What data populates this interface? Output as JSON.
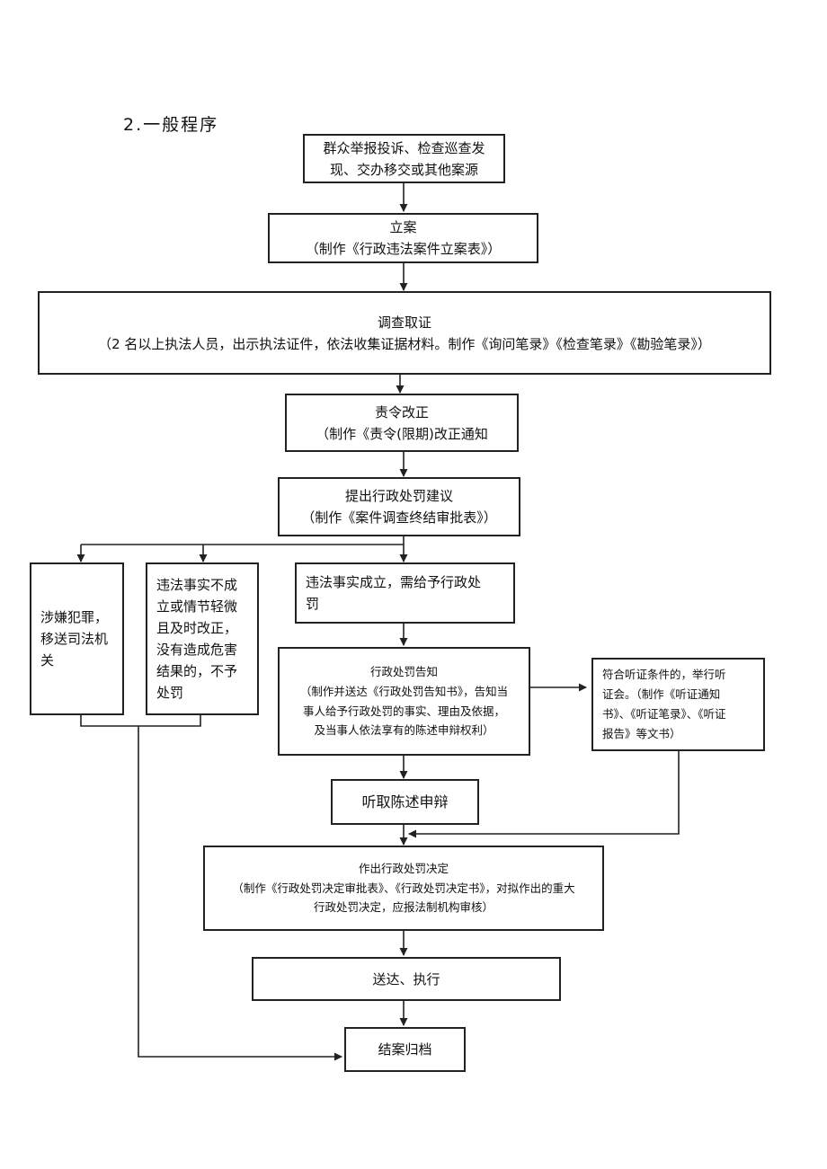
{
  "heading": "2.一般程序",
  "nodes": {
    "source": {
      "lines": [
        "群众举报投诉、检查巡查发",
        "现、交办移交或其他案源"
      ]
    },
    "filing": {
      "title": "立案",
      "detail": "（制作《行政违法案件立案表》）"
    },
    "investigation": {
      "title": "调查取证",
      "detail": "（2 名以上执法人员，出示执法证件，依法收集证据材料。制作《询问笔录》《检查笔录》《勘验笔录》）"
    },
    "rectify": {
      "title": "责令改正",
      "detail": "（制作《责令(限期)改正通知"
    },
    "proposal": {
      "title": "提出行政处罚建议",
      "detail": "（制作《案件调查终结审批表》）"
    },
    "crime": {
      "lines": [
        "涉嫌犯罪，",
        "移送司法机",
        "关"
      ]
    },
    "no_penalty": {
      "lines": [
        "违法事实不成",
        "立或情节轻微",
        "且及时改正，",
        "没有造成危害",
        "结果的，不予",
        "处罚"
      ]
    },
    "penalty_needed": {
      "lines": [
        "违法事实成立，需给予行政处",
        "罚"
      ]
    },
    "notice": {
      "title": "行政处罚告知",
      "lines": [
        "（制作并送达《行政处罚告知书》，告知当",
        "事人给予行政处罚的事实、理由及依据，",
        "及当事人依法享有的陈述申辩权利）"
      ]
    },
    "hearing": {
      "lines": [
        "符合听证条件的，举行听",
        "证会。（制作《听证通知",
        "书》、《听证笔录》、《听证",
        "报告》等文书）"
      ]
    },
    "defense": {
      "title": "听取陈述申辩"
    },
    "decision": {
      "title": "作出行政处罚决定",
      "lines": [
        "（制作《行政处罚决定审批表》、《行政处罚决定书》，对拟作出的重大",
        "行政处罚决定，应报法制机构审核）"
      ]
    },
    "delivery": {
      "title": "送达、执行"
    },
    "archive": {
      "title": "结案归档"
    }
  },
  "colors": {
    "line": "#222222",
    "text": "#111111",
    "background": "#ffffff"
  }
}
